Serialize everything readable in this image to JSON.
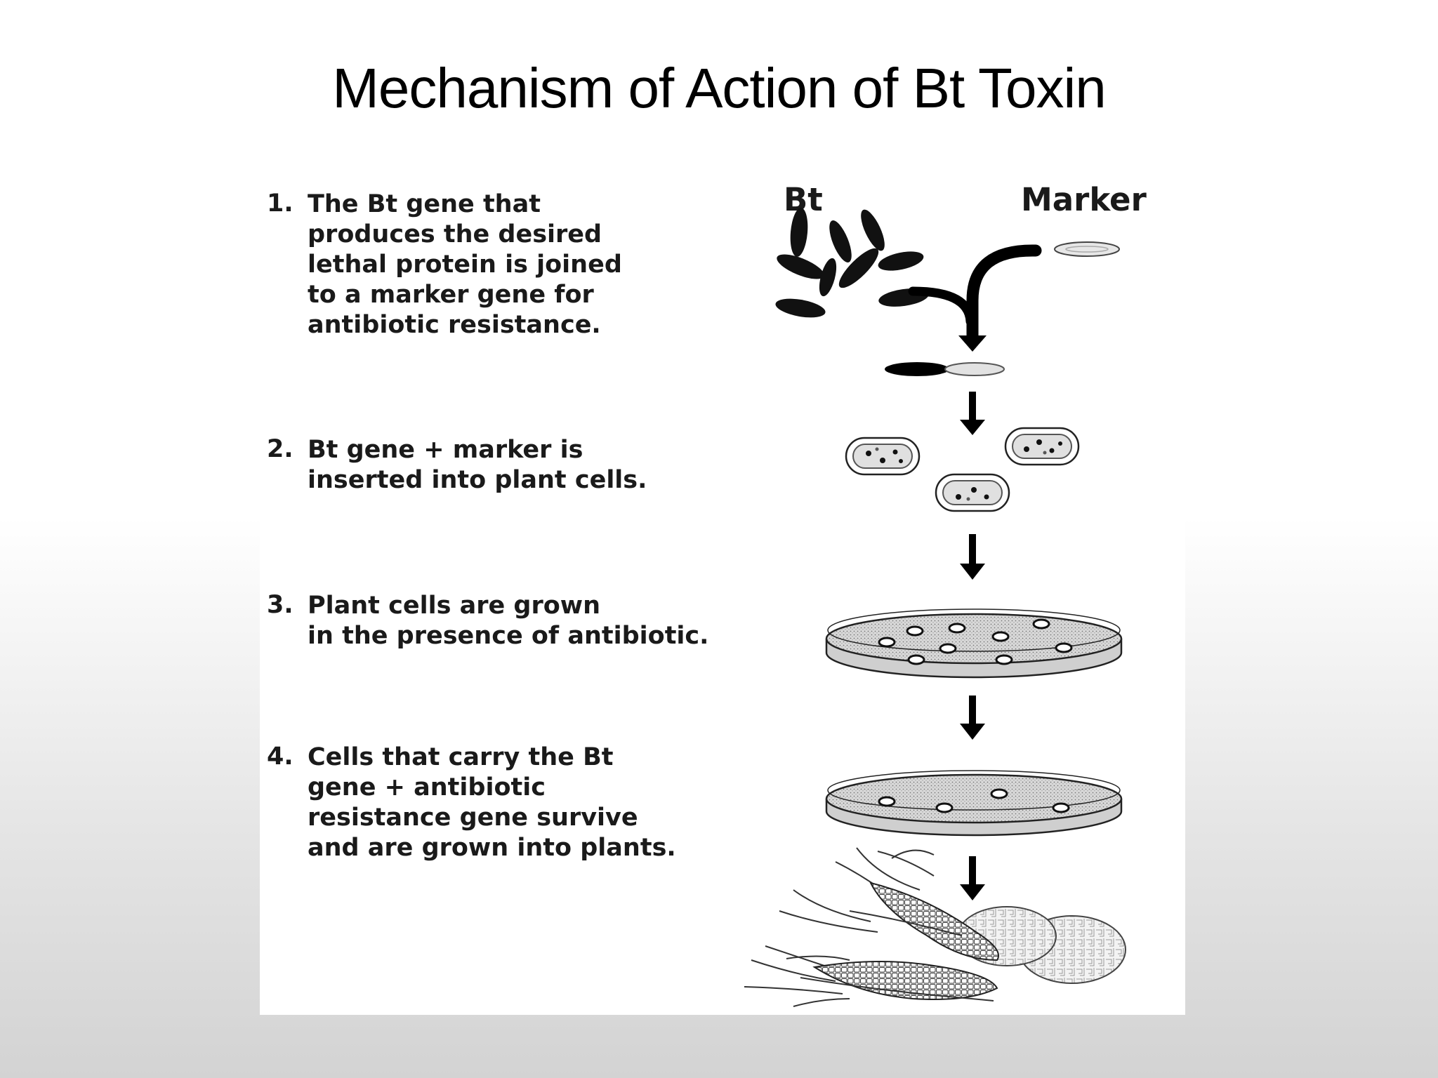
{
  "slide": {
    "title": "Mechanism of Action of Bt Toxin"
  },
  "figure": {
    "labels": {
      "bt": "Bt",
      "marker": "Marker"
    },
    "steps": [
      {
        "number": "1.",
        "lines": [
          "The Bt gene that",
          "produces the desired",
          "lethal protein is joined",
          "to a marker gene for",
          "antibiotic resistance."
        ]
      },
      {
        "number": "2.",
        "lines": [
          "Bt gene + marker is",
          "inserted into plant cells."
        ]
      },
      {
        "number": "3.",
        "lines": [
          "Plant cells are grown",
          "in the presence of antibiotic."
        ]
      },
      {
        "number": "4.",
        "lines": [
          "Cells that carry the Bt",
          "gene + antibiotic",
          "resistance gene survive",
          "and are grown into plants."
        ]
      }
    ]
  }
}
